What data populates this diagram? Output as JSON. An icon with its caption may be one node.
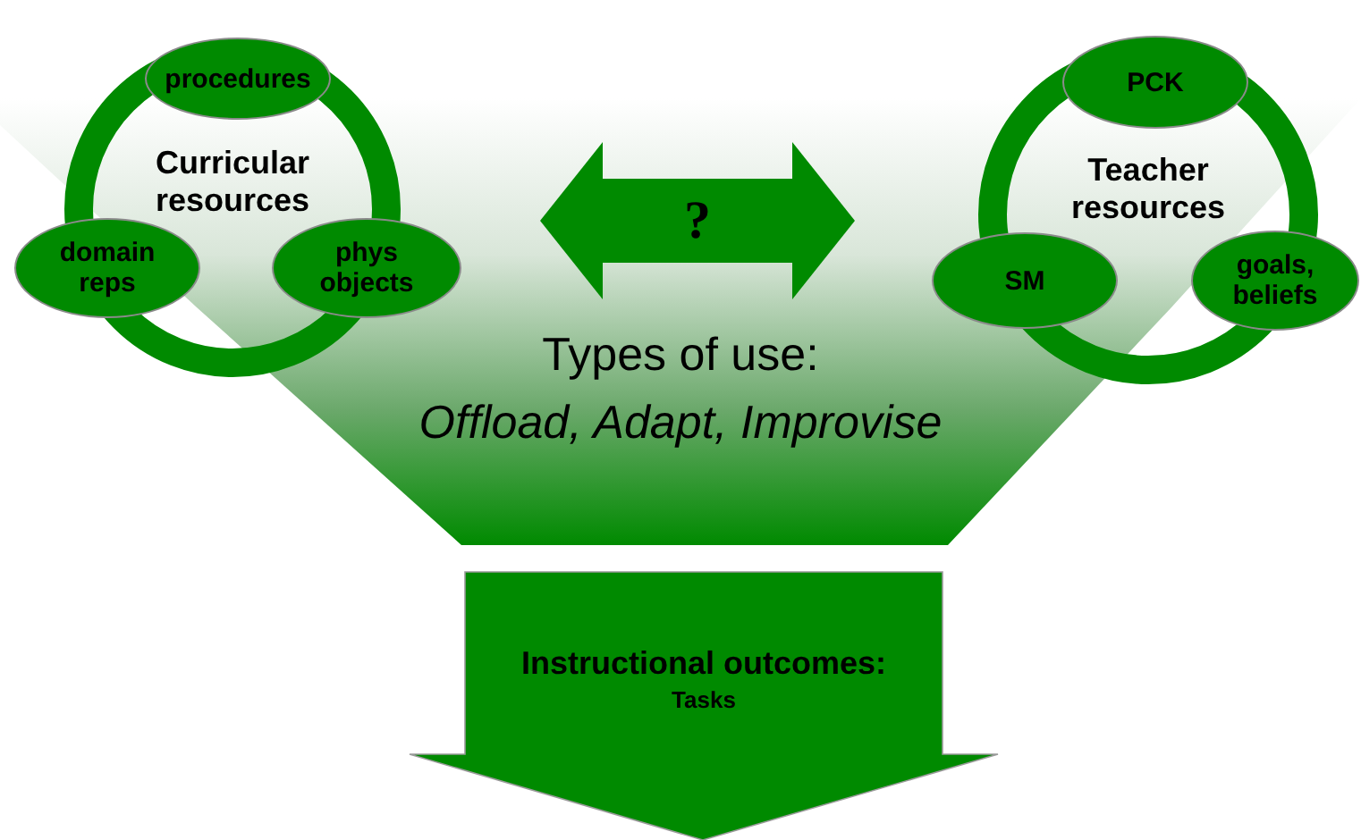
{
  "diagram": {
    "nodes": [
      {
        "text": [
          "Curricular resources"
        ]
      },
      {
        "text": [
          "procedures"
        ]
      },
      {
        "text": [
          "domain reps"
        ]
      },
      {
        "text": [
          "phys objects"
        ]
      },
      {
        "text": [
          "Teacher resources"
        ]
      },
      {
        "text": [
          "PCK"
        ]
      },
      {
        "text": [
          "SM"
        ]
      },
      {
        "text": [
          "goals, beliefs"
        ]
      },
      {
        "text": [
          "Types of use:",
          "Offload, Adapt, Improvise"
        ]
      },
      {
        "text": [
          "Instructional outcomes:",
          "Tasks"
        ]
      }
    ],
    "edges": [
      {
        "from": 0,
        "to": 4,
        "arrow": "both",
        "label": "?"
      }
    ]
  }
}
